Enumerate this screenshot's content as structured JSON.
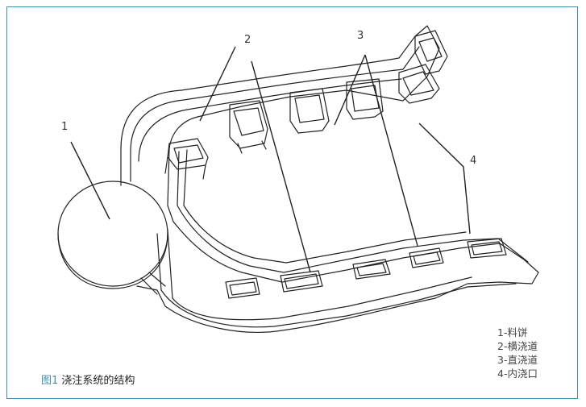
{
  "callouts": {
    "c1": "1",
    "c2": "2",
    "c3": "3",
    "c4": "4"
  },
  "legend": {
    "items": [
      "1-料饼",
      "2-横浇道",
      "3-直浇道",
      "4-内浇口"
    ]
  },
  "caption": {
    "figure_label": "图1",
    "title": "浇注系统的结构"
  },
  "colors": {
    "frame": "#3f8fb1",
    "line": "#222222",
    "caption_accent": "#3f8fb1"
  }
}
